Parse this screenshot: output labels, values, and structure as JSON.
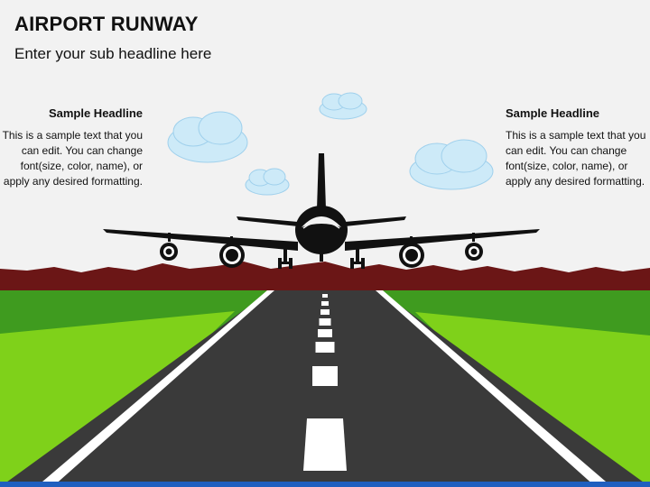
{
  "slide": {
    "title": "AIRPORT RUNWAY",
    "subtitle": "Enter your sub headline here"
  },
  "left_panel": {
    "headline": "Sample Headline",
    "body": "This is a sample text that you can edit. You can change font(size, color, name), or apply any desired formatting."
  },
  "right_panel": {
    "headline": "Sample Headline",
    "body": "This is a sample text that you can edit. You can change font(size, color, name), or apply any desired formatting."
  },
  "colors": {
    "sky": "#f2f2f2",
    "mountains": "#6b1616",
    "grass_dark": "#3f9b1f",
    "grass_light": "#7fd11a",
    "runway": "#3a3a3a",
    "runway_marking": "#ffffff",
    "cloud": "#cdeaf8",
    "plane": "#111111",
    "footer_bar": "#1f5fbf"
  },
  "icons": [
    "cloud-icon",
    "airplane-icon"
  ]
}
